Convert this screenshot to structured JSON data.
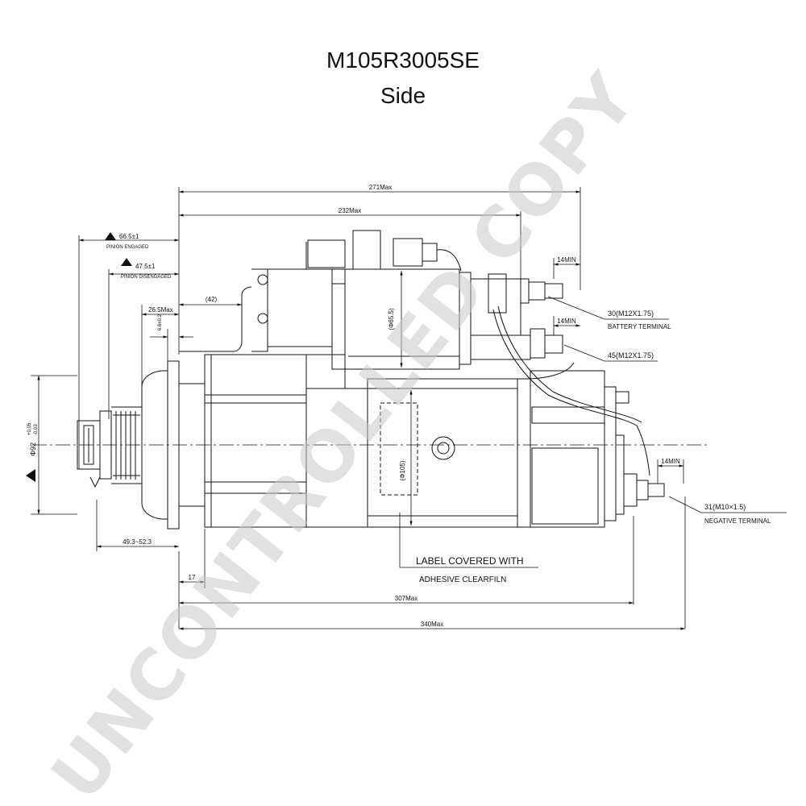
{
  "title": {
    "part_number": "M105R3005SE",
    "view": "Side"
  },
  "watermark": "UNCONTROLLED COPY",
  "dimensions": {
    "overall_271": "271Max",
    "overall_232": "232Max",
    "pinion_engaged_value": "66.5±1",
    "pinion_engaged_label": "PINION ENGAGED",
    "pinion_disengaged_value": "47.5±1",
    "pinion_disengaged_label": "PINION DISENGAGED",
    "dim_42": "(42)",
    "dim_26_5": "26.5Max",
    "dim_small": "6.6±0.2",
    "solenoid_dia": "(Φ65.5)",
    "motor_dia": "(Φ105)",
    "flange_dia": "Φ92",
    "flange_tol_upper": "+0.05",
    "flange_tol_lower": "-0.03",
    "pinion_span": "49.3~52.3",
    "dim_17": "17",
    "overall_307": "307Max",
    "overall_340": "340Max",
    "min_14_a": "14MIN",
    "min_14_b": "14MIN",
    "min_14_c": "14MIN"
  },
  "callouts": {
    "battery_terminal_size": "30(M12X1.75)",
    "battery_terminal_label": "BATTERY TERMINAL",
    "secondary_terminal_size": "45(M12X1.75)",
    "negative_terminal_size": "31(M10×1.5)",
    "negative_terminal_label": "NEGATIVE TERMINAL",
    "label_note_line1": "LABEL COVERED WITH",
    "label_note_line2": "ADHESIVE CLEARFILN"
  },
  "colors": {
    "line": "#111111",
    "watermark": "#c8c8c8",
    "background": "#ffffff"
  }
}
